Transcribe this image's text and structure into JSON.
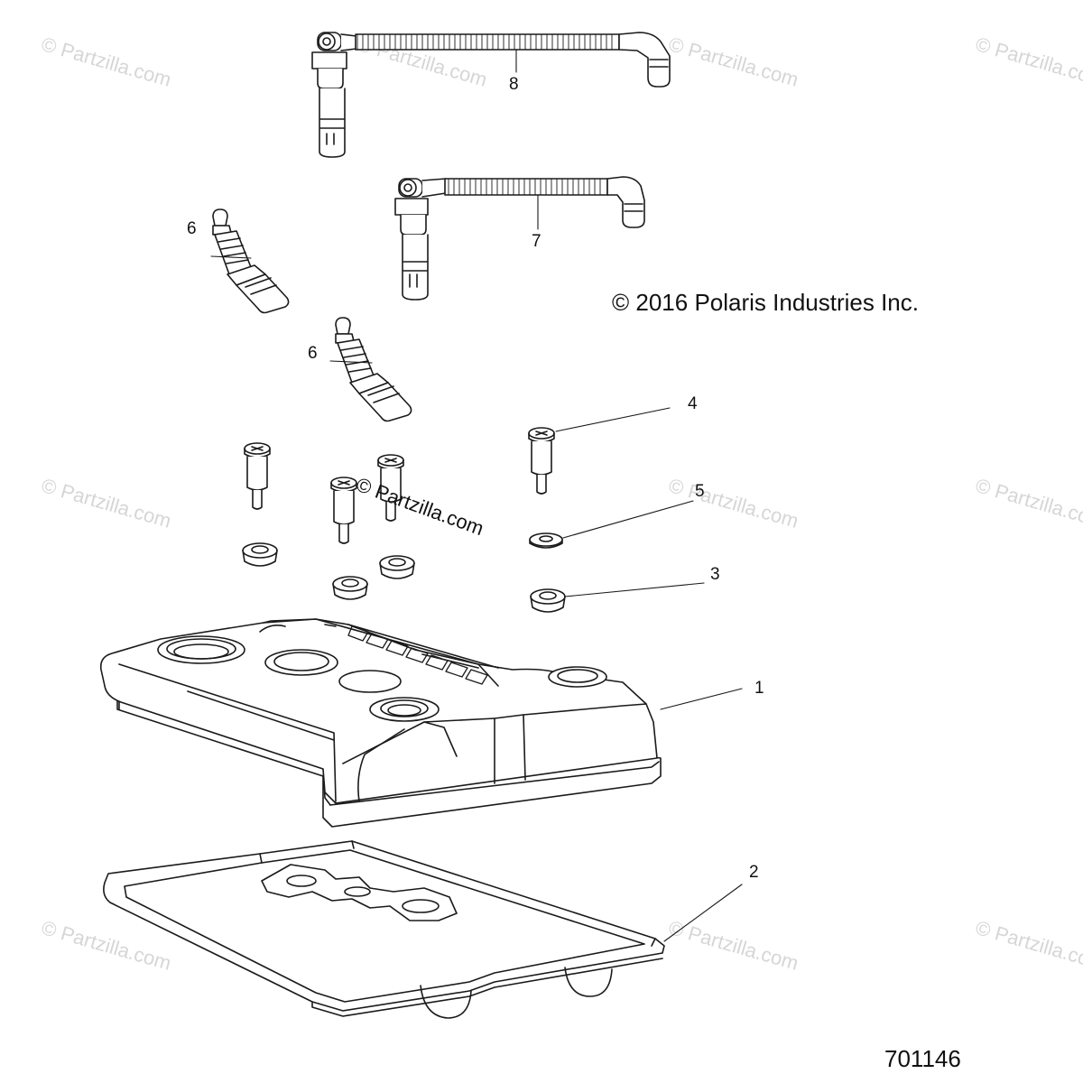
{
  "diagram": {
    "copyright": "© 2016 Polaris Industries Inc.",
    "figure_number": "701146",
    "watermark_text": "© Partzilla.com",
    "center_watermark_text": "© Partzilla.com",
    "callouts": {
      "c1": "1",
      "c2": "2",
      "c3": "3",
      "c4": "4",
      "c5": "5",
      "c6a": "6",
      "c6b": "6",
      "c7": "7",
      "c8": "8"
    },
    "colors": {
      "line": "#1a1a1a",
      "watermark": "#d6d6d6",
      "background": "#ffffff"
    }
  }
}
